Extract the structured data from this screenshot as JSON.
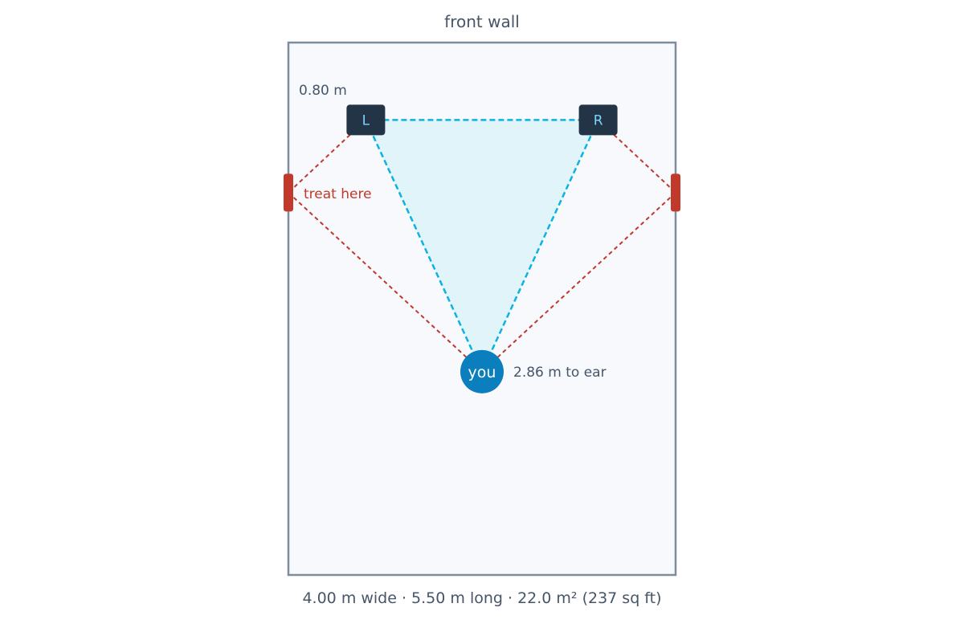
{
  "room": {
    "front_wall_label": "front wall",
    "summary": "4.00 m wide · 5.50 m long · 22.0 m² (237 sq ft)",
    "width_m": 4.0,
    "length_m": 5.5,
    "area_m2": 22.0,
    "area_sqft": 237
  },
  "speakers": {
    "left_label": "L",
    "right_label": "R",
    "distance_label": "0.80 m",
    "distance_from_front_wall_m": 0.8,
    "distance_from_side_wall_m": 0.8
  },
  "listener": {
    "label": "you",
    "distance_label": "2.86 m to ear",
    "distance_from_front_wall_m": 3.4
  },
  "reflection": {
    "label": "treat here",
    "point_from_front_wall_m": 1.55
  },
  "colors": {
    "room_fill": "#f7f9fc",
    "room_stroke": "#7f8c9d",
    "speaker": "#243447",
    "speaker_label": "#7dd3fc",
    "triangle_fill": "#e0f4fa",
    "triangle_line": "#0ab3e0",
    "reflection_line": "#c0392b",
    "panel": "#c0392b",
    "listener": "#0b7fbe",
    "text": "#475569",
    "accent_text": "#c0392b"
  }
}
